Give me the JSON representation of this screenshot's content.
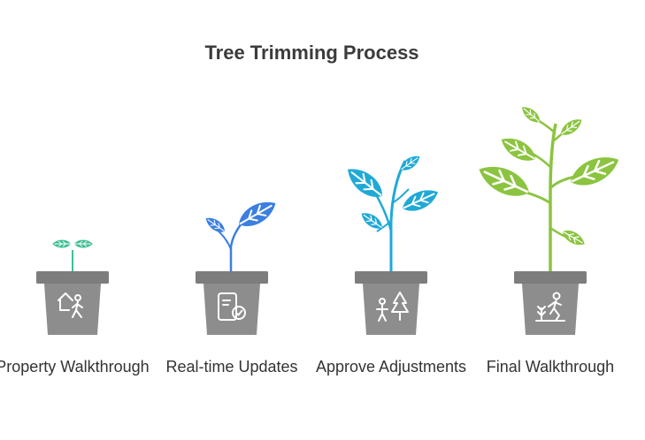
{
  "title": "Tree Trimming Process",
  "colors": {
    "pot": "#8d8d8d",
    "pot_rim": "#7d7d7d",
    "teal": "#3fbf96",
    "blue": "#3b7fe0",
    "cyan": "#20a9d6",
    "green": "#8bc43f"
  },
  "stages": [
    {
      "label": "Property Walkthrough",
      "icon": "house-walker-icon"
    },
    {
      "label": "Real-time Updates",
      "icon": "phone-check-icon"
    },
    {
      "label": "Approve Adjustments",
      "icon": "person-tree-icon"
    },
    {
      "label": "Final Walkthrough",
      "icon": "planting-person-icon"
    }
  ]
}
